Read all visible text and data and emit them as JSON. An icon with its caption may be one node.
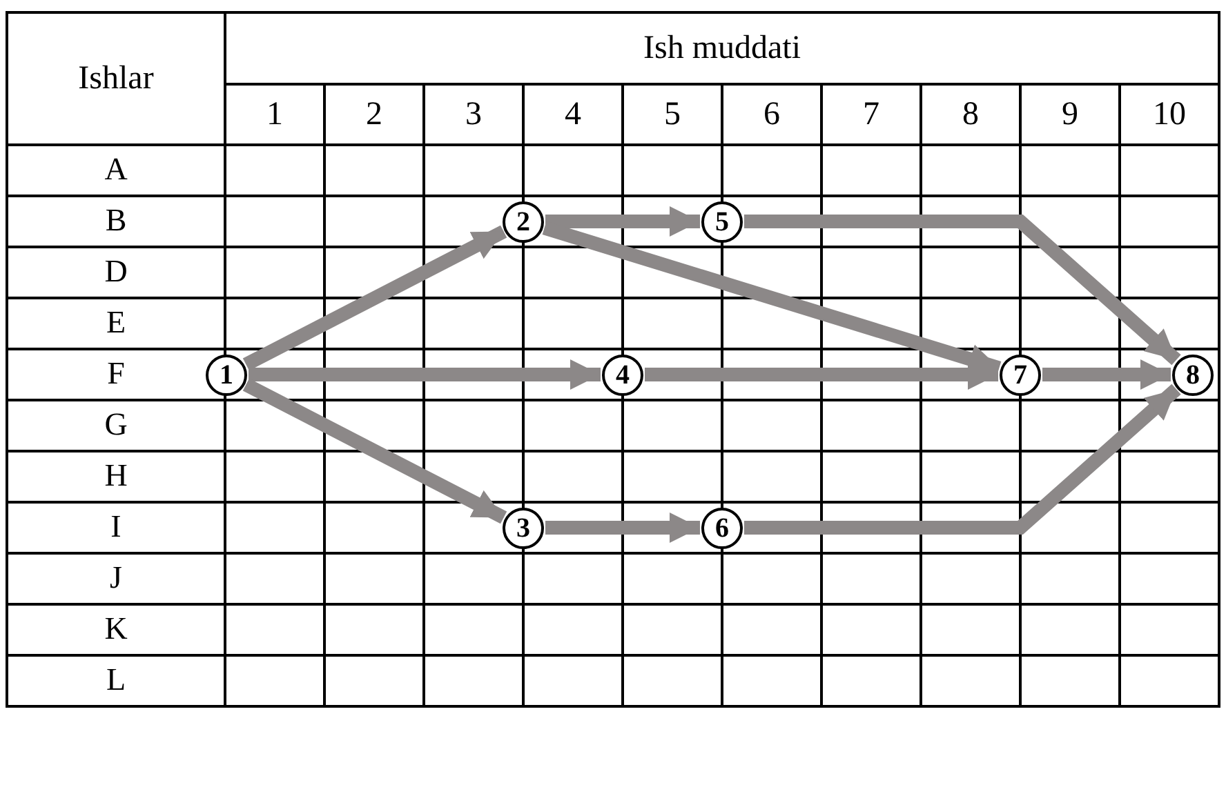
{
  "diagram": {
    "nodes": [
      {
        "text": [
          "1"
        ]
      },
      {
        "text": [
          "2"
        ]
      },
      {
        "text": [
          "3"
        ]
      },
      {
        "text": [
          "4"
        ]
      },
      {
        "text": [
          "5"
        ]
      },
      {
        "text": [
          "6"
        ]
      },
      {
        "text": [
          "7"
        ]
      },
      {
        "text": [
          "8"
        ]
      }
    ],
    "edges": [
      {
        "from": 0,
        "to": 1,
        "arrow": "to"
      },
      {
        "from": 0,
        "to": 3,
        "arrow": "to"
      },
      {
        "from": 0,
        "to": 2,
        "arrow": "to"
      },
      {
        "from": 1,
        "to": 4,
        "arrow": "to"
      },
      {
        "from": 1,
        "to": 6,
        "arrow": "to"
      },
      {
        "from": 3,
        "to": 6,
        "arrow": "to"
      },
      {
        "from": 2,
        "to": 5,
        "arrow": "to"
      },
      {
        "from": 4,
        "to": 7,
        "arrow": "to"
      },
      {
        "from": 6,
        "to": 7,
        "arrow": "to"
      },
      {
        "from": 5,
        "to": 7,
        "arrow": "to"
      }
    ],
    "labels": [
      "Ishlar",
      "Ish muddati",
      "1",
      "2",
      "3",
      "4",
      "5",
      "6",
      "7",
      "8",
      "9",
      "10",
      "A",
      "B",
      "D",
      "E",
      "F",
      "G",
      "H",
      "I",
      "J",
      "K",
      "L"
    ]
  }
}
